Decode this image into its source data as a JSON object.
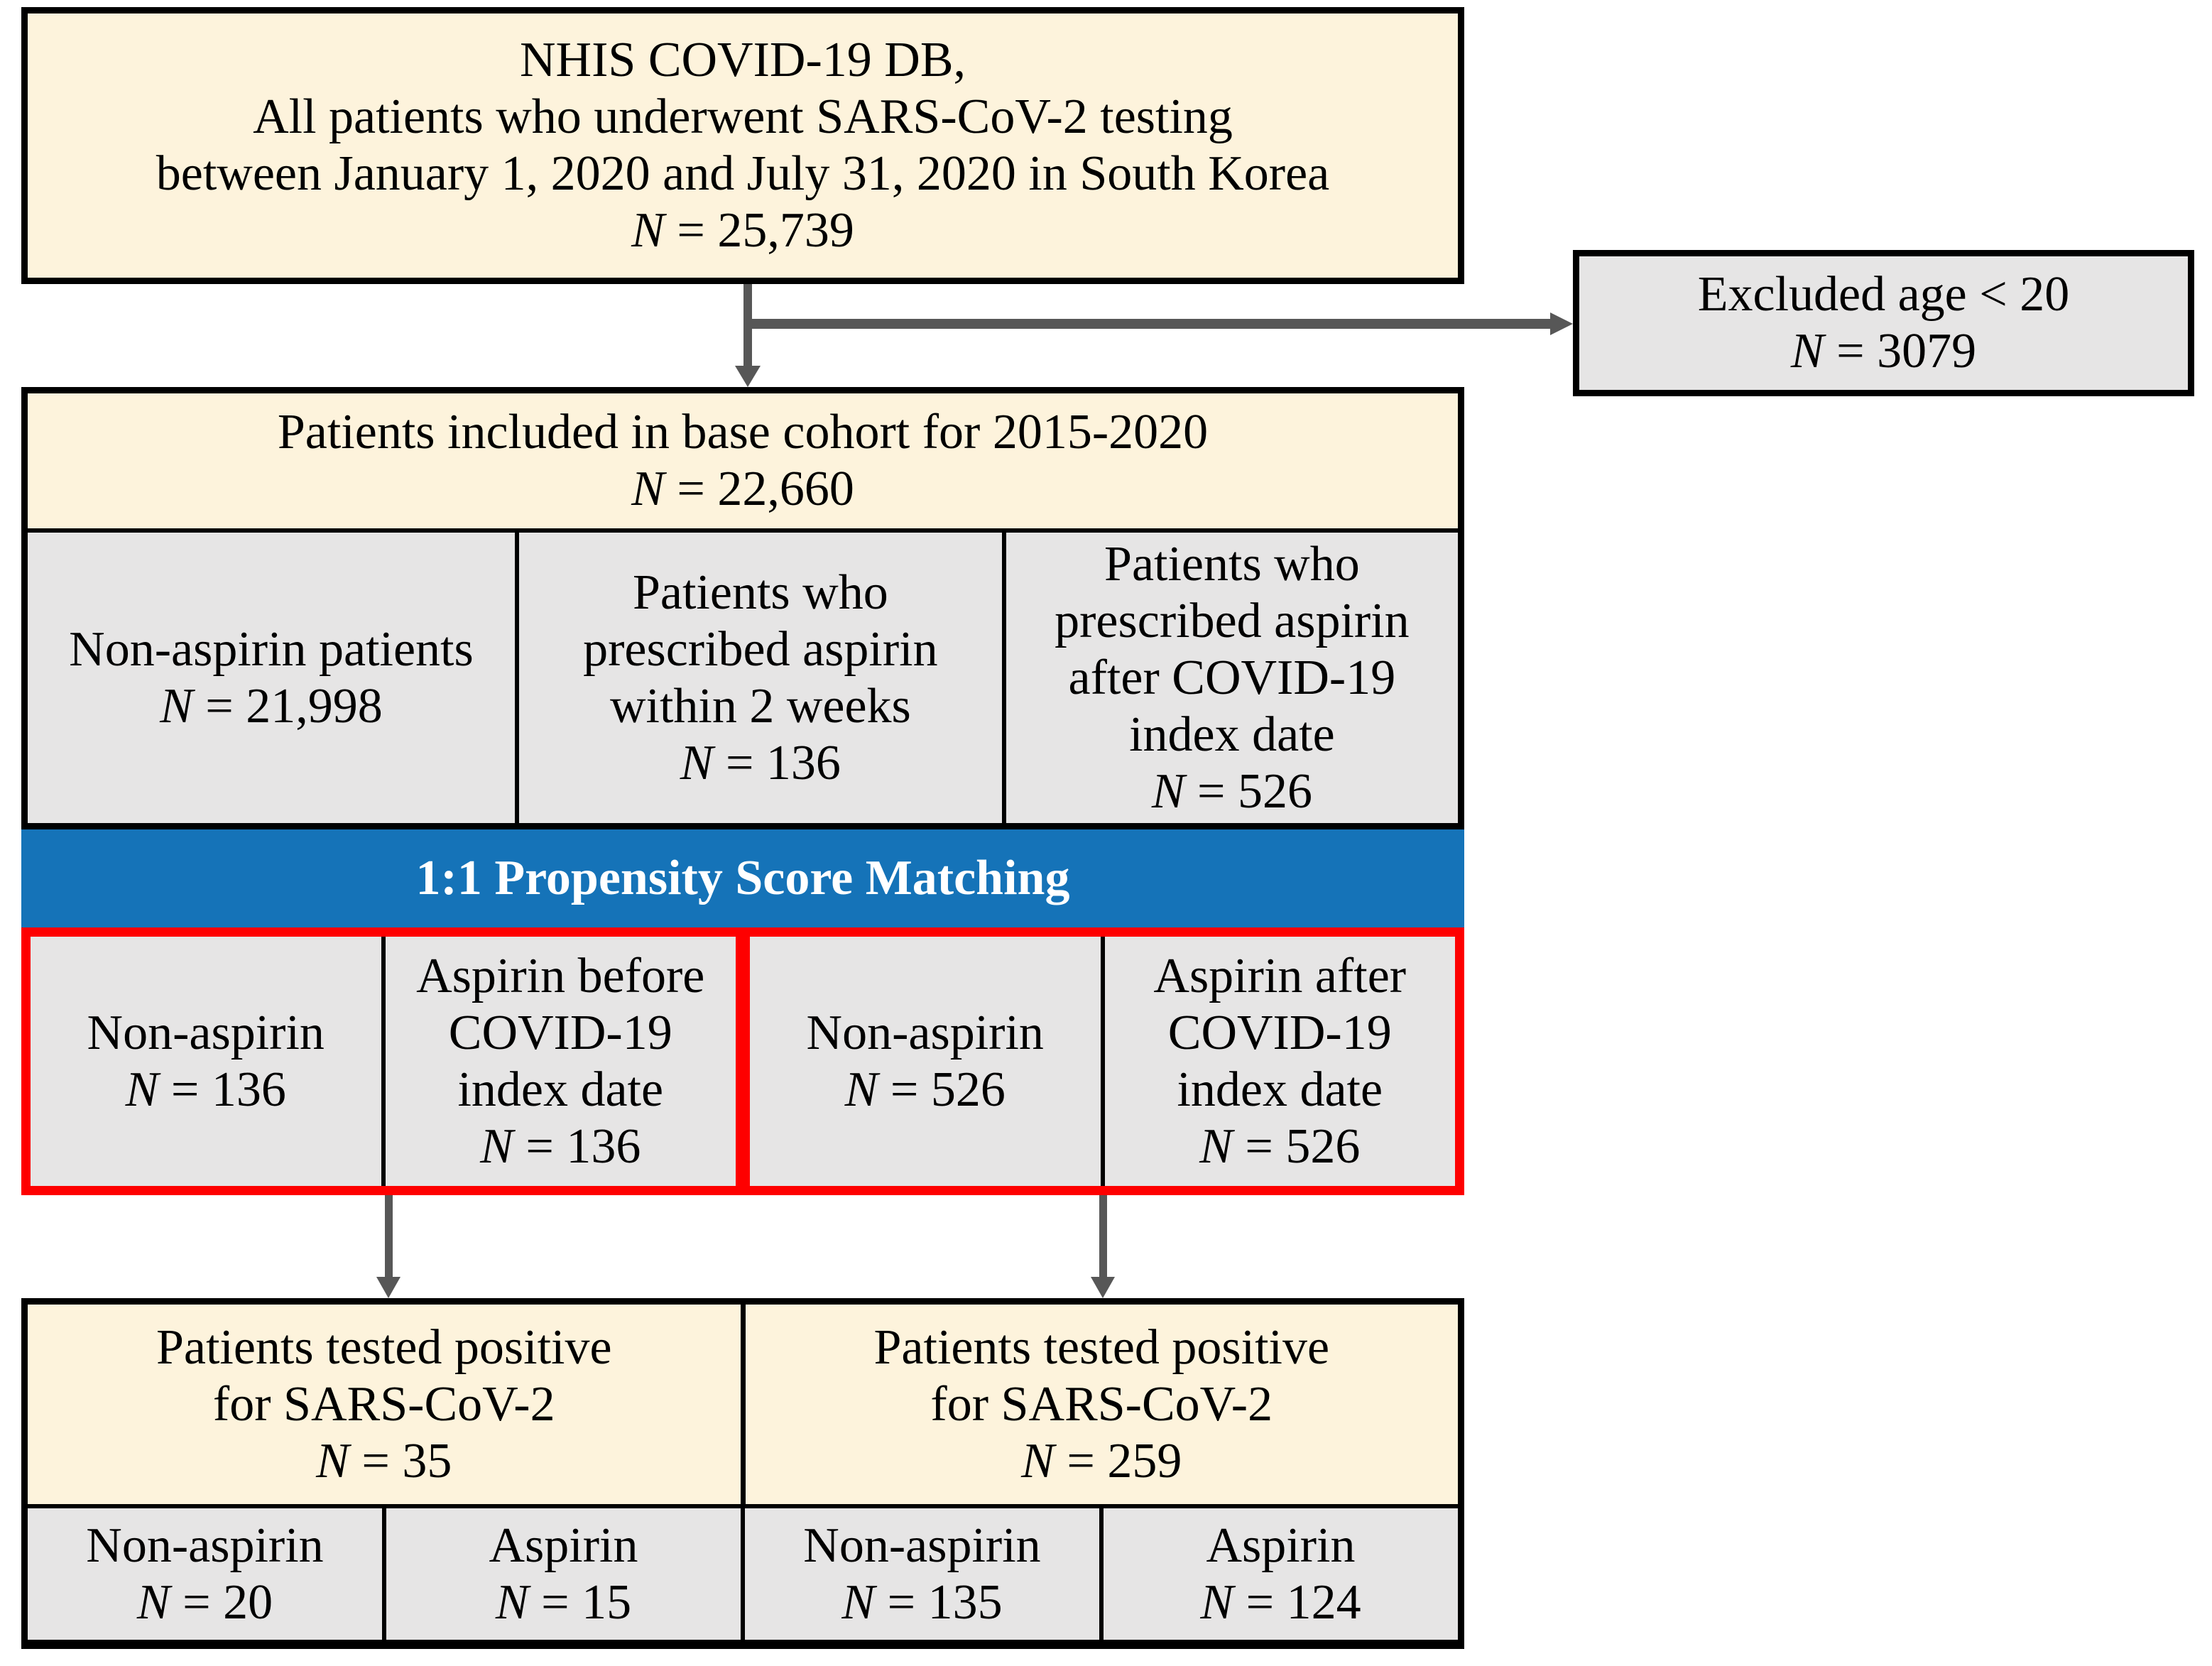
{
  "palette": {
    "cream": "#fdf3dc",
    "gray": "#e6e5e5",
    "blue": "#1573b8",
    "red": "#fe0000",
    "arrow_gray": "#575757",
    "border_black": "#000000"
  },
  "boxes": {
    "source": {
      "lines": [
        "NHIS COVID-19 DB,",
        "All patients who underwent SARS-CoV-2 testing",
        "between January 1, 2020 and July 31, 2020 in South Korea"
      ],
      "n": "N = 25,739"
    },
    "excluded": {
      "lines": [
        "Excluded age < 20"
      ],
      "n": "N = 3079"
    },
    "base_cohort": {
      "lines": [
        "Patients included in base cohort for 2015-2020"
      ],
      "n": "N = 22,660"
    },
    "cohort_groups": [
      {
        "lines": [
          "Non-aspirin patients"
        ],
        "n": "N = 21,998"
      },
      {
        "lines": [
          "Patients who",
          "prescribed aspirin",
          "within 2 weeks"
        ],
        "n": "N = 136"
      },
      {
        "lines": [
          "Patients who",
          "prescribed aspirin",
          "after COVID-19",
          "index date"
        ],
        "n": "N = 526"
      }
    ],
    "psm_header": "1:1 Propensity Score Matching",
    "matched_groups": [
      {
        "lines": [
          "Non-aspirin"
        ],
        "n": "N = 136"
      },
      {
        "lines": [
          "Aspirin before",
          "COVID-19",
          "index date"
        ],
        "n": "N = 136"
      },
      {
        "lines": [
          "Non-aspirin"
        ],
        "n": "N = 526"
      },
      {
        "lines": [
          "Aspirin after",
          "COVID-19",
          "index date"
        ],
        "n": "N = 526"
      }
    ],
    "positive": [
      {
        "lines": [
          "Patients tested positive",
          "for SARS-CoV-2"
        ],
        "n": "N = 35"
      },
      {
        "lines": [
          "Patients tested positive",
          "for SARS-CoV-2"
        ],
        "n": "N = 259"
      }
    ],
    "positive_groups": [
      {
        "lines": [
          "Non-aspirin"
        ],
        "n": "N = 20"
      },
      {
        "lines": [
          "Aspirin"
        ],
        "n": "N = 15"
      },
      {
        "lines": [
          "Non-aspirin"
        ],
        "n": "N = 135"
      },
      {
        "lines": [
          "Aspirin"
        ],
        "n": "N = 124"
      }
    ]
  }
}
